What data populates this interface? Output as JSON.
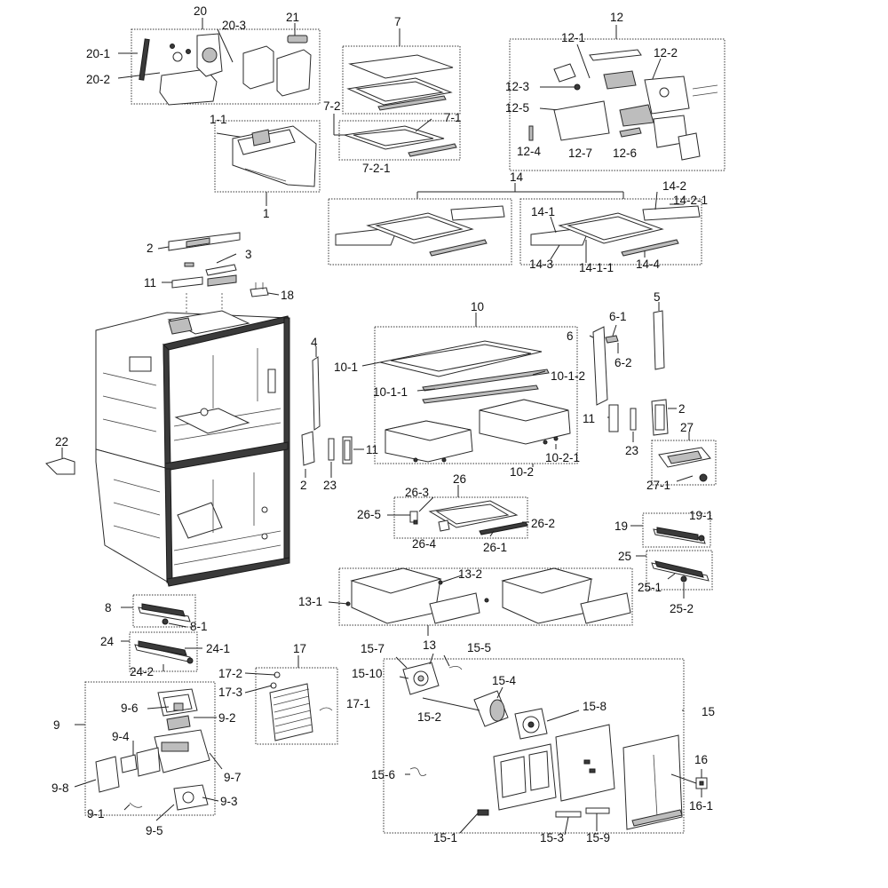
{
  "labels": {
    "l20": "20",
    "l20_1": "20-1",
    "l20_2": "20-2",
    "l20_3": "20-3",
    "l21": "21",
    "l7": "7",
    "l7_1": "7-1",
    "l7_2": "7-2",
    "l7_2_1": "7-2-1",
    "l12": "12",
    "l12_1": "12-1",
    "l12_2": "12-2",
    "l12_3": "12-3",
    "l12_4": "12-4",
    "l12_5": "12-5",
    "l12_6": "12-6",
    "l12_7": "12-7",
    "l1": "1",
    "l1_1": "1-1",
    "l14": "14",
    "l14_1": "14-1",
    "l14_1_1": "14-1-1",
    "l14_2": "14-2",
    "l14_2_1": "14-2-1",
    "l14_3": "14-3",
    "l14_4": "14-4",
    "l2a": "2",
    "l3": "3",
    "l11a": "11",
    "l18": "18",
    "l4": "4",
    "l10": "10",
    "l10_1": "10-1",
    "l10_1_1": "10-1-1",
    "l10_1_2": "10-1-2",
    "l10_2": "10-2",
    "l10_2_1": "10-2-1",
    "l2b": "2",
    "l23a": "23",
    "l11b": "11",
    "l6": "6",
    "l6_1": "6-1",
    "l6_2": "6-2",
    "l5": "5",
    "l11c": "11",
    "l23b": "23",
    "l2c": "2",
    "l27": "27",
    "l27_1": "27-1",
    "l22": "22",
    "l26": "26",
    "l26_1": "26-1",
    "l26_2": "26-2",
    "l26_3": "26-3",
    "l26_4": "26-4",
    "l26_5": "26-5",
    "l19": "19",
    "l19_1": "19-1",
    "l25": "25",
    "l25_1": "25-1",
    "l25_2": "25-2",
    "l13": "13",
    "l13_1": "13-1",
    "l13_2": "13-2",
    "l8": "8",
    "l8_1": "8-1",
    "l24": "24",
    "l24_1": "24-1",
    "l24_2": "24-2",
    "l17": "17",
    "l17_1": "17-1",
    "l17_2": "17-2",
    "l17_3": "17-3",
    "l9": "9",
    "l9_1": "9-1",
    "l9_2": "9-2",
    "l9_3": "9-3",
    "l9_4": "9-4",
    "l9_5": "9-5",
    "l9_6": "9-6",
    "l9_7": "9-7",
    "l9_8": "9-8",
    "l15": "15",
    "l15_1": "15-1",
    "l15_2": "15-2",
    "l15_3": "15-3",
    "l15_4": "15-4",
    "l15_5": "15-5",
    "l15_6": "15-6",
    "l15_7": "15-7",
    "l15_8": "15-8",
    "l15_9": "15-9",
    "l15_10": "15-10",
    "l16": "16",
    "l16_1": "16-1"
  },
  "colors": {
    "line": "#222222",
    "background": "#ffffff"
  }
}
